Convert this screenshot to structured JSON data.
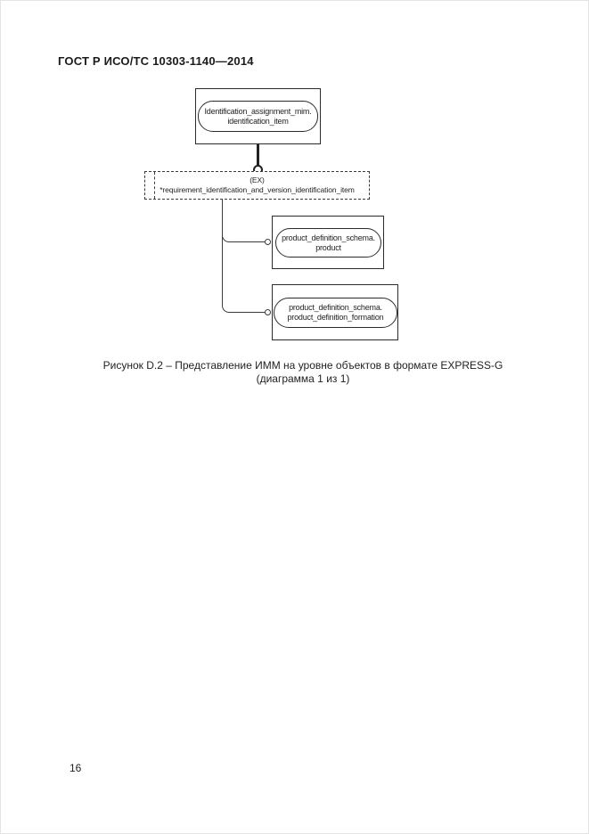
{
  "page": {
    "header": "ГОСТ Р ИСО/ТС 10303-1140—2014",
    "page_number": "16"
  },
  "diagram": {
    "notation": "EXPRESS-G",
    "line_color": "#222222",
    "top_entity": {
      "line1": "Identification_assignment_mim.",
      "line2": "identification_item"
    },
    "ex_box": {
      "tag": "(EX)",
      "label": "*requirement_identification_and_version_identification_item"
    },
    "entity_product": {
      "line1": "product_definition_schema.",
      "line2": "product"
    },
    "entity_product_definition_formation": {
      "line1": "product_definition_schema.",
      "line2": "product_definition_formation"
    }
  },
  "caption": {
    "line1": "Рисунок D.2 – Представление ИММ на уровне объектов в формате EXPRESS-G",
    "line2": "(диаграмма 1 из 1)"
  }
}
